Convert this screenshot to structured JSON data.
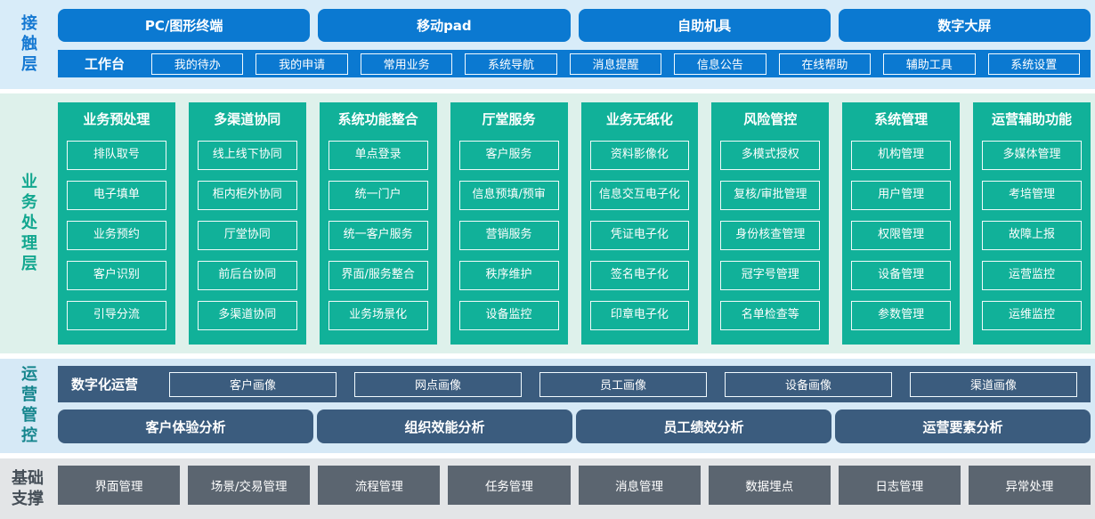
{
  "layers": {
    "contact": {
      "label": "接触层",
      "devices": [
        "PC/图形终端",
        "移动pad",
        "自助机具",
        "数字大屏"
      ],
      "workbench": {
        "label": "工作台",
        "items": [
          "我的待办",
          "我的申请",
          "常用业务",
          "系统导航",
          "消息提醒",
          "信息公告",
          "在线帮助",
          "辅助工具",
          "系统设置"
        ]
      }
    },
    "business": {
      "label": "业务处理层",
      "columns": [
        {
          "title": "业务预处理",
          "items": [
            "排队取号",
            "电子填单",
            "业务预约",
            "客户识别",
            "引导分流"
          ]
        },
        {
          "title": "多渠道协同",
          "items": [
            "线上线下协同",
            "柜内柜外协同",
            "厅堂协同",
            "前后台协同",
            "多渠道协同"
          ]
        },
        {
          "title": "系统功能整合",
          "items": [
            "单点登录",
            "统一门户",
            "统一客户服务",
            "界面/服务整合",
            "业务场景化"
          ]
        },
        {
          "title": "厅堂服务",
          "items": [
            "客户服务",
            "信息预填/预审",
            "营销服务",
            "秩序维护",
            "设备监控"
          ]
        },
        {
          "title": "业务无纸化",
          "items": [
            "资料影像化",
            "信息交互电子化",
            "凭证电子化",
            "签名电子化",
            "印章电子化"
          ]
        },
        {
          "title": "风险管控",
          "items": [
            "多模式授权",
            "复核/审批管理",
            "身份核查管理",
            "冠字号管理",
            "名单检查等"
          ]
        },
        {
          "title": "系统管理",
          "items": [
            "机构管理",
            "用户管理",
            "权限管理",
            "设备管理",
            "参数管理"
          ]
        },
        {
          "title": "运营辅助功能",
          "items": [
            "多媒体管理",
            "考培管理",
            "故障上报",
            "运营监控",
            "运维监控"
          ]
        }
      ]
    },
    "operations": {
      "label": "运营管控",
      "digital_ops": {
        "label": "数字化运营",
        "items": [
          "客户画像",
          "网点画像",
          "员工画像",
          "设备画像",
          "渠道画像"
        ]
      },
      "analyses": [
        "客户体验分析",
        "组织效能分析",
        "员工绩效分析",
        "运营要素分析"
      ]
    },
    "foundation": {
      "label": "基础支撑",
      "label_two_line": "基础\n支撑",
      "items": [
        "界面管理",
        "场景/交易管理",
        "流程管理",
        "任务管理",
        "消息管理",
        "数据埋点",
        "日志管理",
        "异常处理"
      ]
    }
  },
  "colors": {
    "contact_accent": "#0b79d1",
    "contact_band_bg": "#d8ecf9",
    "contact_label": "#1478d2",
    "business_accent": "#11b199",
    "business_band_bg": "#def1eb",
    "business_label": "#12a78f",
    "operations_accent": "#3b5c7e",
    "operations_band_bg": "#d6e9f6",
    "operations_label": "#15858d",
    "foundation_accent": "#5b6570",
    "foundation_band_bg": "#e3e5e7",
    "foundation_label": "#454e57"
  }
}
